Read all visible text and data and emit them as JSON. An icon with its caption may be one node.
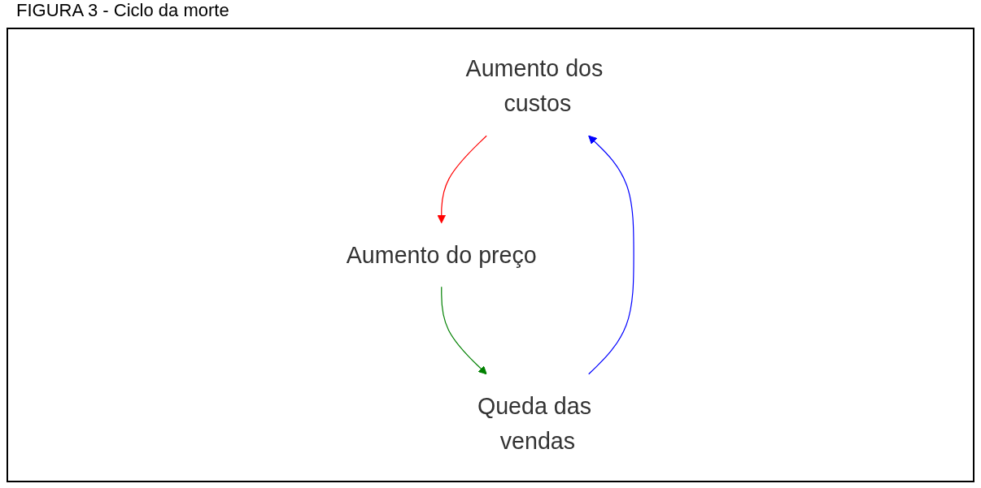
{
  "diagram": {
    "title": "FIGURA 3 - Ciclo da morte",
    "nodes": [
      {
        "text": [
          "Aumento dos custos"
        ]
      },
      {
        "text": [
          "Aumento do preço"
        ]
      },
      {
        "text": [
          "Queda das vendas"
        ]
      }
    ],
    "edges": [
      {
        "from": 0,
        "to": 1,
        "arrow": "to",
        "color": "#ff0000"
      },
      {
        "from": 1,
        "to": 2,
        "arrow": "to",
        "color": "#008000"
      },
      {
        "from": 2,
        "to": 0,
        "arrow": "to",
        "color": "#0000ff"
      }
    ]
  }
}
